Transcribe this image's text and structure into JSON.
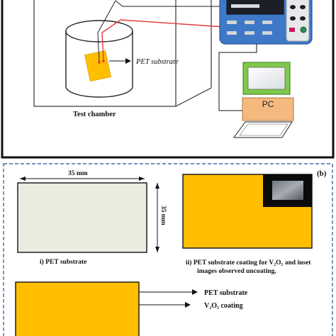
{
  "panel_a": {
    "pet_substrate_label": "PET substrate",
    "test_chamber_label": "Test chamber",
    "pc_label": "PC"
  },
  "panel_b": {
    "panel_label": "(b)",
    "dimension_width": "35 mm",
    "dimension_height": "35 mm",
    "caption_i": "i) PET substrate",
    "caption_ii_line1": "ii) PET substrate coating for V₂O₅  and inset",
    "caption_ii_line2": "images observed  uncoating,",
    "arrow_label_pet": "PET substrate",
    "arrow_label_coating": "V₂O₅ coating"
  },
  "colors": {
    "coating_yellow": "#ffbe00",
    "pet_fill": "#eaecdf",
    "border_blue": "#3e6ea8",
    "instrument_blue": "#3e78c6",
    "wire_red": "#e23b3b"
  }
}
